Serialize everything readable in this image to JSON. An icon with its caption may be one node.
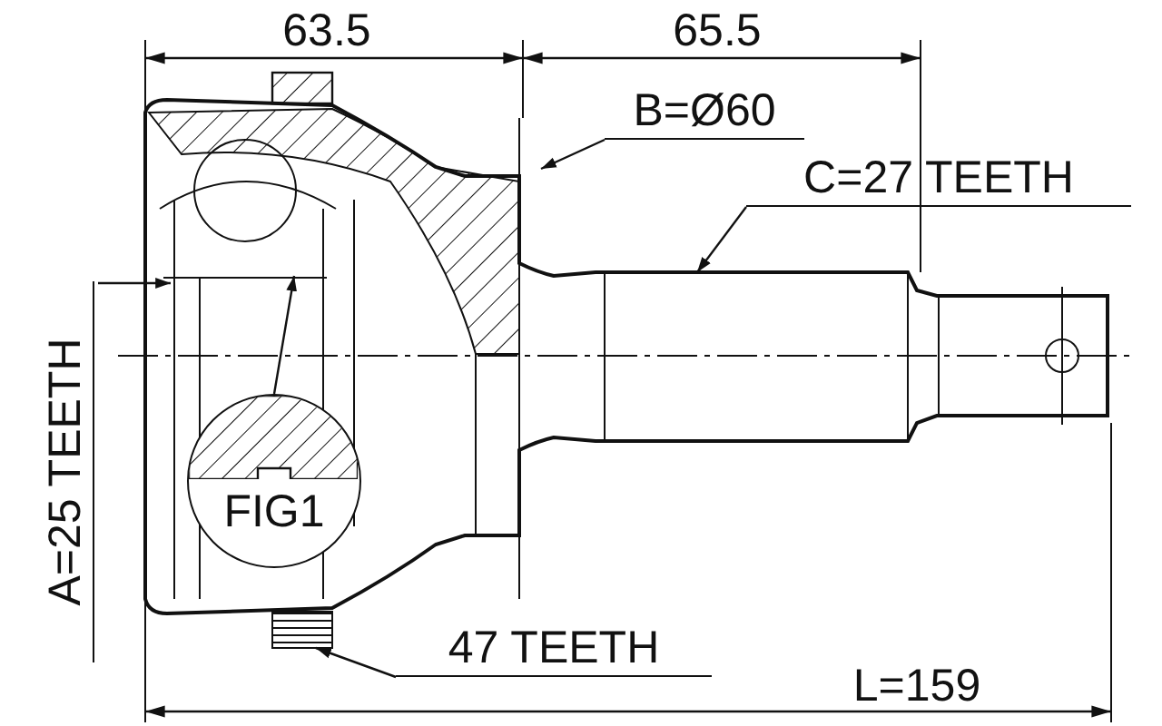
{
  "diagram": {
    "nodes": [
      {
        "text": [
          "B=Ø60"
        ]
      },
      {
        "text": [
          "C=27 TEETH"
        ]
      },
      {
        "text": [
          "A=25 TEETH"
        ]
      },
      {
        "text": [
          "FIG1"
        ]
      },
      {
        "text": [
          "47 TEETH"
        ]
      }
    ],
    "edges": [
      {
        "from": 0,
        "to": null,
        "arrow": "to"
      },
      {
        "from": 1,
        "to": null,
        "arrow": "to"
      },
      {
        "from": 2,
        "to": null,
        "arrow": "to"
      },
      {
        "from": 3,
        "to": null,
        "arrow": "to"
      },
      {
        "from": 4,
        "to": null,
        "arrow": "to"
      }
    ],
    "labels": [
      "63.5",
      "65.5",
      "L=159"
    ]
  }
}
